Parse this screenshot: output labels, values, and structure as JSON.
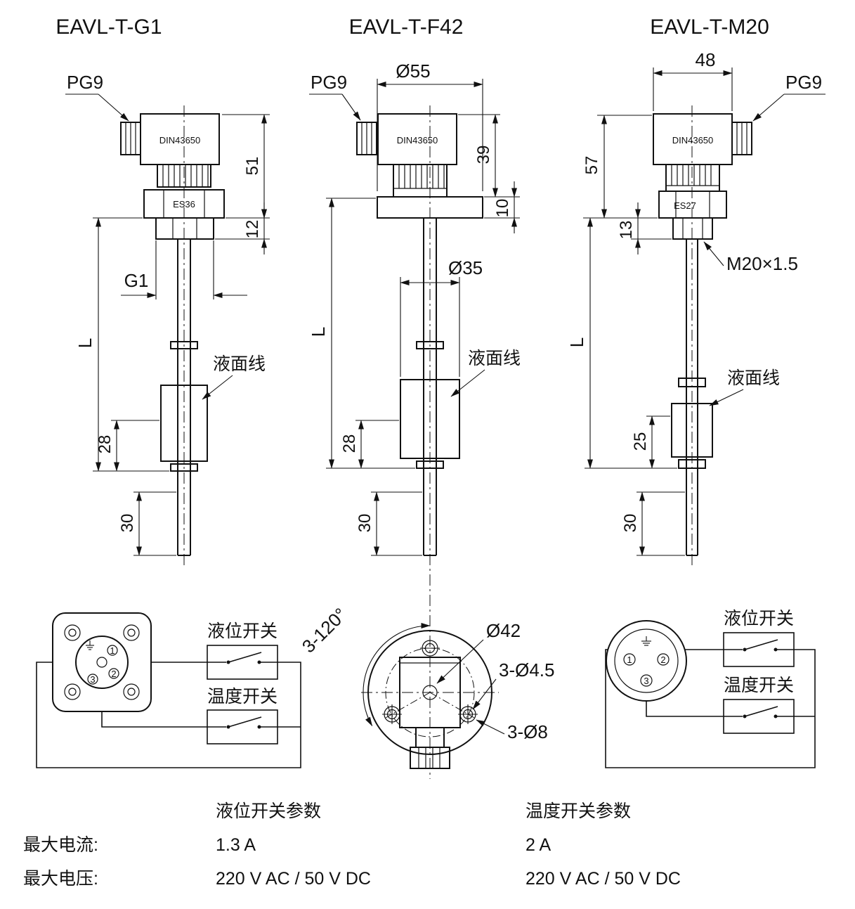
{
  "titles": {
    "g1": "EAVL-T-G1",
    "f42": "EAVL-T-F42",
    "m20": "EAVL-T-M20"
  },
  "g1": {
    "pg9": "PG9",
    "din": "DIN43650",
    "hex": "ES36",
    "dim51": "51",
    "dim12": "12",
    "thread": "G1",
    "dimL": "L",
    "liquid_line": "液面线",
    "dim28": "28",
    "dim30": "30"
  },
  "f42": {
    "pg9": "PG9",
    "din": "DIN43650",
    "dia55": "Ø55",
    "dim39": "39",
    "dim10": "10",
    "dia35": "Ø35",
    "dimL": "L",
    "liquid_line": "液面线",
    "dim28": "28",
    "dim30": "30"
  },
  "m20": {
    "pg9": "PG9",
    "din": "DIN43650",
    "hex": "ES27",
    "dim48": "48",
    "dim57": "57",
    "dim13": "13",
    "thread": "M20×1.5",
    "dimL": "L",
    "liquid_line": "液面线",
    "dim25": "25",
    "dim30": "30"
  },
  "schematic_left": {
    "level_switch": "液位开关",
    "temp_switch": "温度开关",
    "pin1": "1",
    "pin2": "2",
    "pin3": "3"
  },
  "bottom_view": {
    "angle": "3-120°",
    "bolt_circle": "Ø42",
    "holes_small": "3-Ø4.5",
    "holes_large": "3-Ø8"
  },
  "schematic_right": {
    "level_switch": "液位开关",
    "temp_switch": "温度开关",
    "pin1": "1",
    "pin2": "2",
    "pin3": "3"
  },
  "table": {
    "level_header": "液位开关参数",
    "temp_header": "温度开关参数",
    "current_label": "最大电流:",
    "current_level": "1.3 A",
    "current_temp": "2 A",
    "voltage_label": "最大电压:",
    "voltage_level": "220 V AC / 50 V DC",
    "voltage_temp": "220 V AC / 50 V DC"
  }
}
